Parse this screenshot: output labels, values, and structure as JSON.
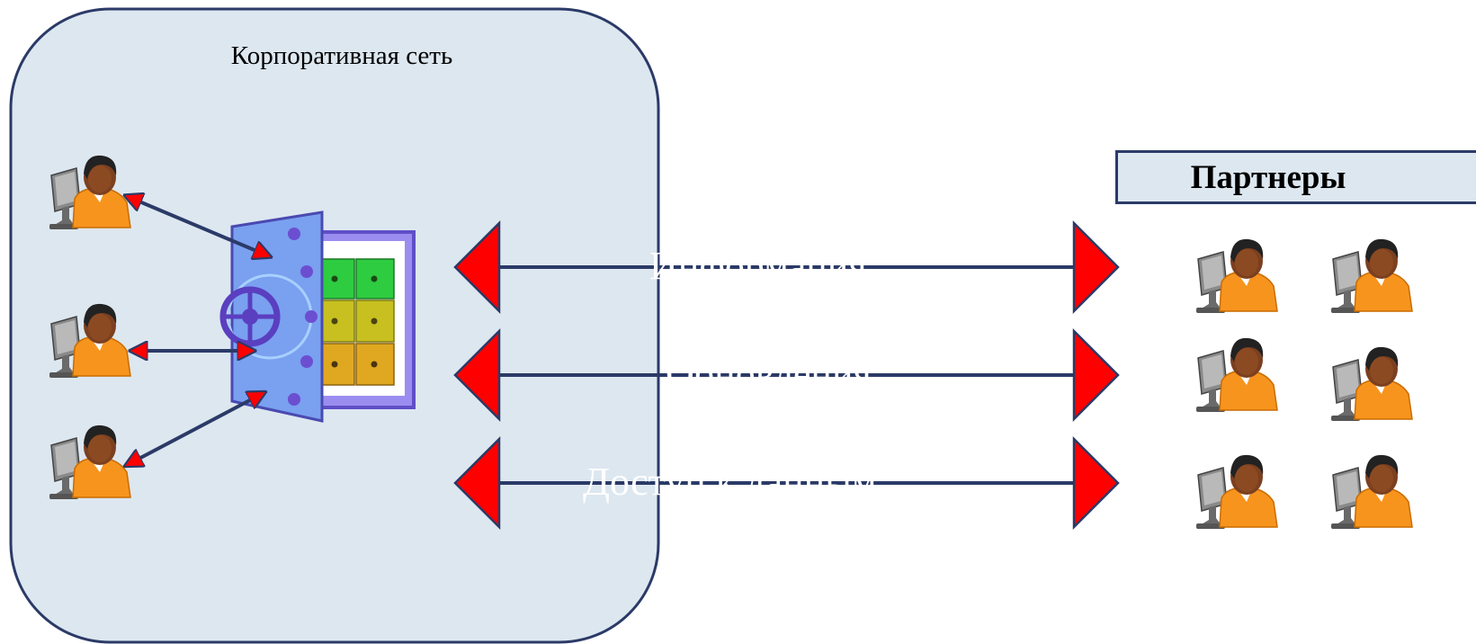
{
  "corporate_network": {
    "title": "Корпоративная сеть"
  },
  "partners": {
    "title": "Партнеры"
  },
  "arrows": [
    {
      "label": "Информация"
    },
    {
      "label": "Обновления"
    },
    {
      "label": "Доступ к данным"
    }
  ],
  "colors": {
    "network_fill": "#dde7f0",
    "border": "#2b3a67",
    "arrow_head": "#ff0000",
    "arrow_line": "#2b3a67"
  },
  "icons": [
    "user-at-computer-icon",
    "safe-vault-icon"
  ]
}
